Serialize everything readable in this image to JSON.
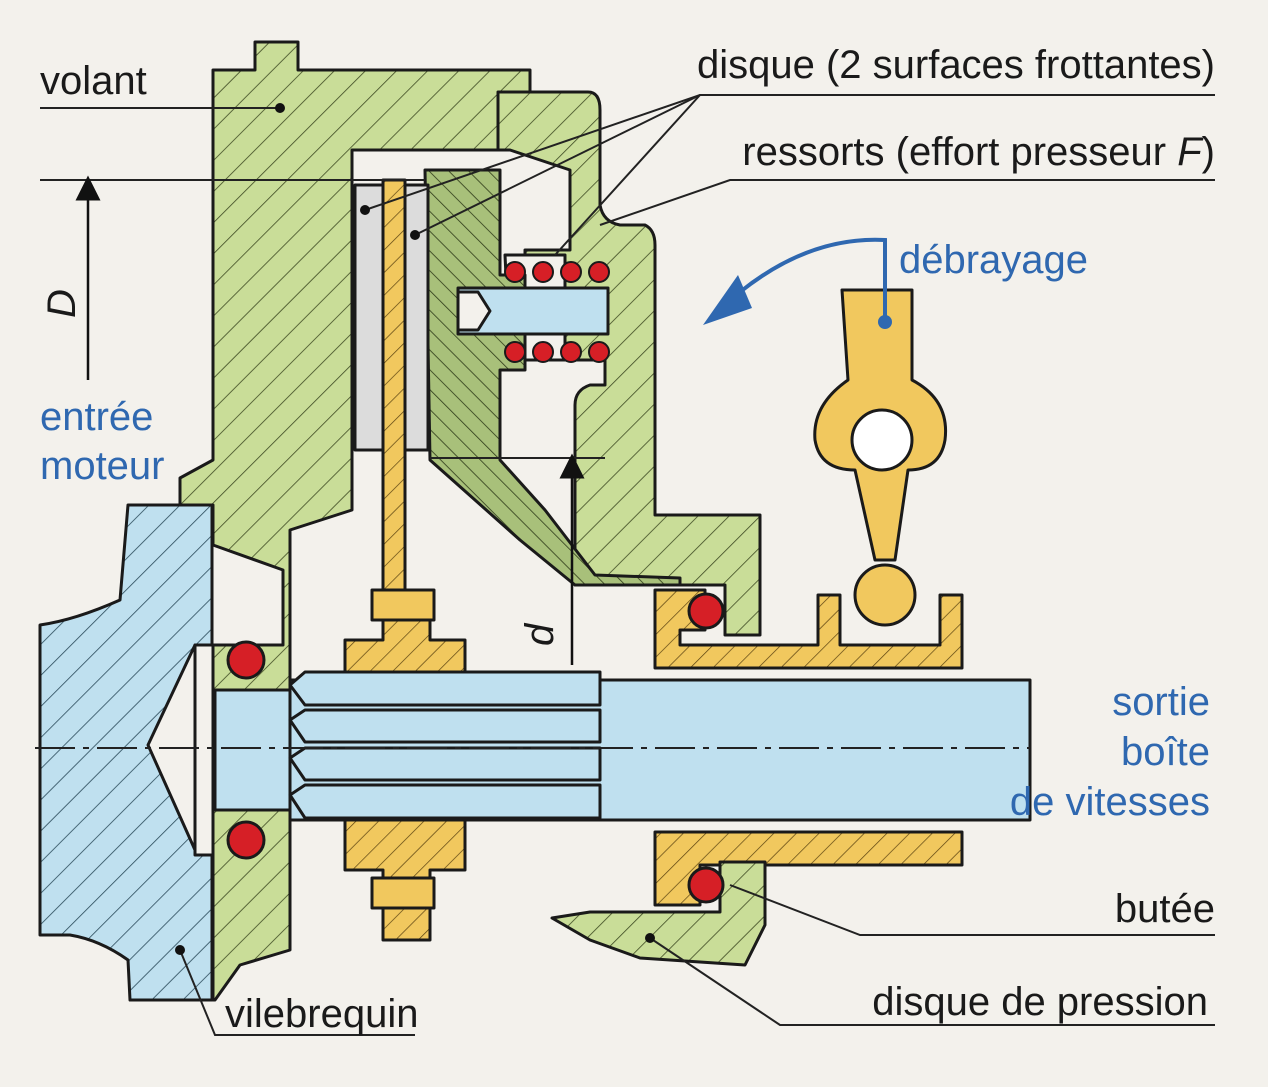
{
  "labels": {
    "volant": "volant",
    "disque": "disque (2 surfaces frottantes)",
    "ressorts_prefix": "ressorts (effort presseur ",
    "ressorts_var": "F",
    "ressorts_suffix": ")",
    "debrayage": "débrayage",
    "entree_line1": "entrée",
    "entree_line2": "moteur",
    "sortie_line1": "sortie",
    "sortie_line2": "boîte",
    "sortie_line3": "de vitesses",
    "butee": "butée",
    "disque_pression": "disque de pression",
    "vilebrequin": "vilebrequin",
    "dim_D": "D",
    "dim_d": "d"
  },
  "colors": {
    "green": "#c9dd98",
    "blue": "#bfe0ef",
    "orange": "#f1c85e",
    "grey": "#dcdcdc",
    "red": "#d61f26",
    "label_blue": "#2f68b0",
    "ink": "#1a1a1a"
  }
}
